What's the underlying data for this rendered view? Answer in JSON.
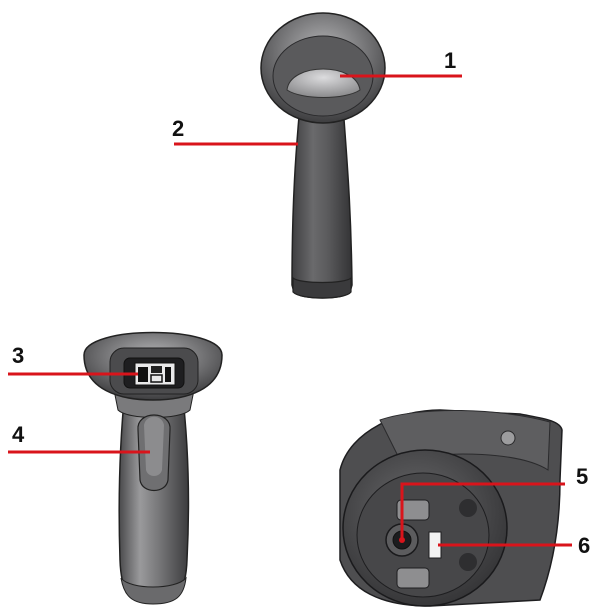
{
  "colors": {
    "callout_line": "#d9141b",
    "callout_text": "#111111",
    "body_dark": "#4a4a4c",
    "body_mid": "#6c6c6e",
    "body_light": "#9a9a9c",
    "outline": "#222222",
    "background": "#ffffff"
  },
  "figures": [
    {
      "name": "scanner-side-view"
    },
    {
      "name": "scanner-front-view"
    },
    {
      "name": "scanner-bottom-view"
    }
  ],
  "callouts": [
    {
      "id": "1",
      "label": "1"
    },
    {
      "id": "2",
      "label": "2"
    },
    {
      "id": "3",
      "label": "3"
    },
    {
      "id": "4",
      "label": "4"
    },
    {
      "id": "5",
      "label": "5"
    },
    {
      "id": "6",
      "label": "6"
    }
  ]
}
